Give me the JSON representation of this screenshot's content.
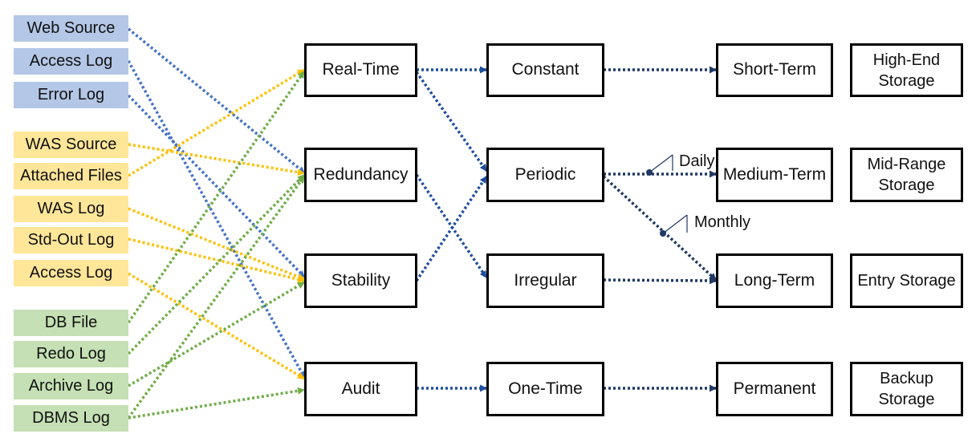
{
  "sources": {
    "web_source": "Web Source",
    "access_log_web": "Access Log",
    "error_log": "Error Log",
    "was_source": "WAS Source",
    "attached_files": "Attached Files",
    "was_log": "WAS Log",
    "std_out_log": "Std-Out Log",
    "access_log_was": "Access Log",
    "db_file": "DB File",
    "redo_log": "Redo Log",
    "archive_log": "Archive Log",
    "dbms_log": "DBMS Log"
  },
  "purposes": {
    "real_time": "Real-Time",
    "redundancy": "Redundancy",
    "stability": "Stability",
    "audit": "Audit"
  },
  "frequencies": {
    "constant": "Constant",
    "periodic": "Periodic",
    "irregular": "Irregular",
    "one_time": "One-Time"
  },
  "retention": {
    "short_term": "Short-Term",
    "medium_term": "Medium-Term",
    "long_term": "Long-Term",
    "permanent": "Permanent"
  },
  "storage": {
    "high_end": "High-End\nStorage",
    "mid_range": "Mid-Range\nStorage",
    "entry": "Entry Storage",
    "backup": "Backup\nStorage"
  },
  "labels": {
    "daily": "Daily",
    "monthly": "Monthly"
  },
  "colors": {
    "blue_source": "#b4c7e7",
    "yellow_source": "#ffe699",
    "green_source": "#c5e0b4",
    "blue_line": "#4472c4",
    "yellow_line": "#ffc000",
    "green_line": "#70ad47",
    "dark_blue_line": "#1f4e9c",
    "navy_line": "#203864"
  }
}
